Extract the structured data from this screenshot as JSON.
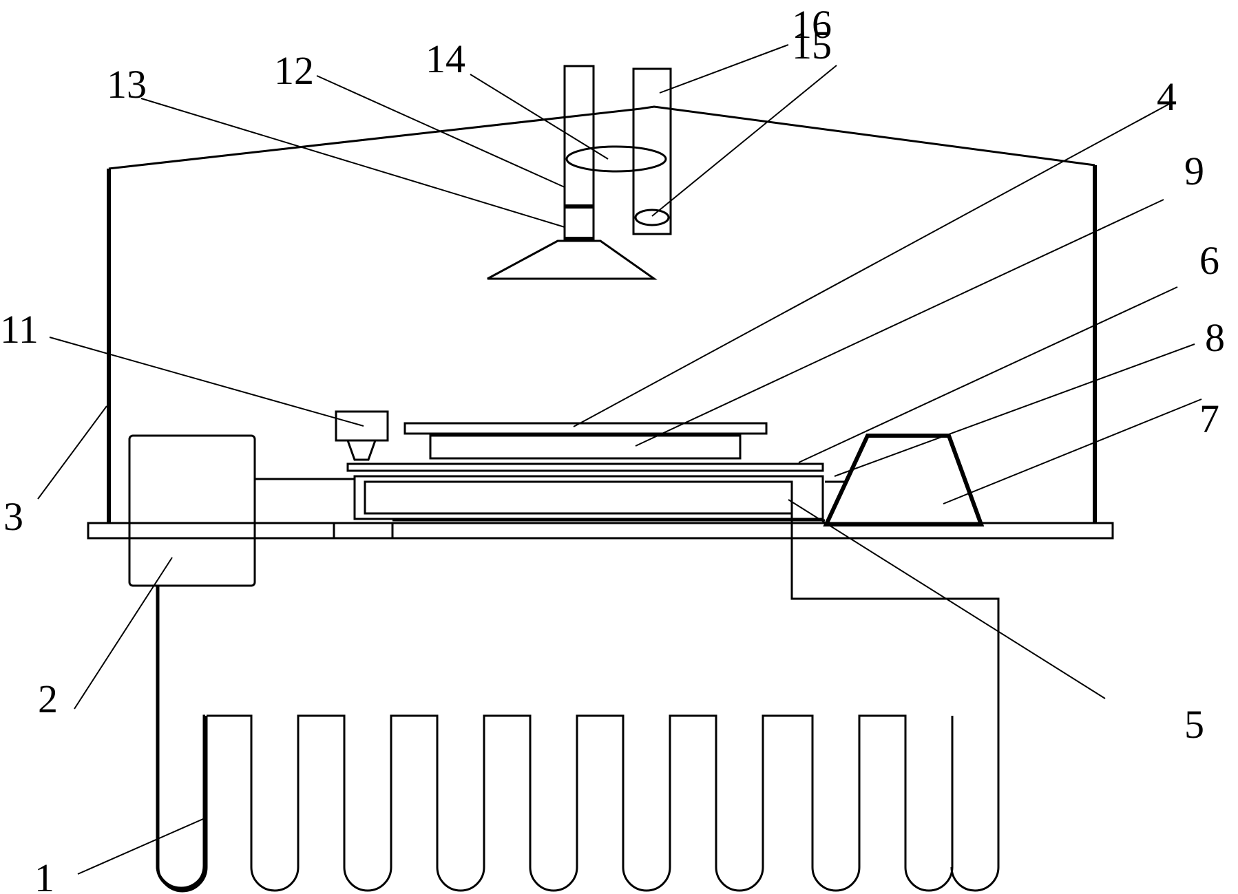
{
  "figure": {
    "labels": {
      "l1": "1",
      "l2": "2",
      "l3": "3",
      "l4": "4",
      "l5": "5",
      "l6": "6",
      "l7": "7",
      "l8": "8",
      "l9": "9",
      "l11": "11",
      "l12": "12",
      "l13": "13",
      "l14": "14",
      "l15": "15",
      "l16": "16"
    }
  }
}
